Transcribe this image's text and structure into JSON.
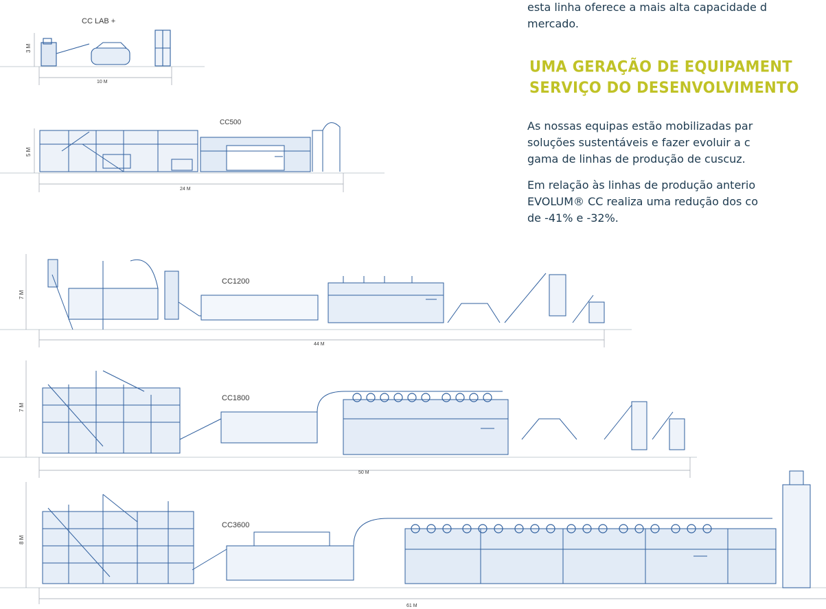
{
  "text": {
    "intro_lines": [
      "esta linha oferece a mais alta capacidade d",
      "mercado."
    ],
    "heading_lines": [
      "Uma geração de equipament",
      "serviço do desenvolvimento"
    ],
    "p1_lines": [
      "As nossas equipas estão mobilizadas par",
      "soluções sustentáveis e fazer evoluir a c",
      "gama de linhas de produção de cuscuz."
    ],
    "p2_lines": [
      "Em relação às linhas de produção anterio",
      "EVOLUM® CC realiza uma redução dos co",
      "de -41% e -32%."
    ]
  },
  "lines": [
    {
      "name": "CC LAB +",
      "height": "3 M",
      "length": "10 M"
    },
    {
      "name": "CC500",
      "height": "5 M",
      "length": "24 M"
    },
    {
      "name": "CC1200",
      "height": "7 M",
      "length": "44 M"
    },
    {
      "name": "CC1800",
      "height": "7 M",
      "length": "50 M"
    },
    {
      "name": "CC3600",
      "height": "8 M",
      "length": "61 M"
    }
  ],
  "colors": {
    "text": "#1d3a4f",
    "heading": "#c0c226",
    "drawing": "#2f5f9e"
  }
}
